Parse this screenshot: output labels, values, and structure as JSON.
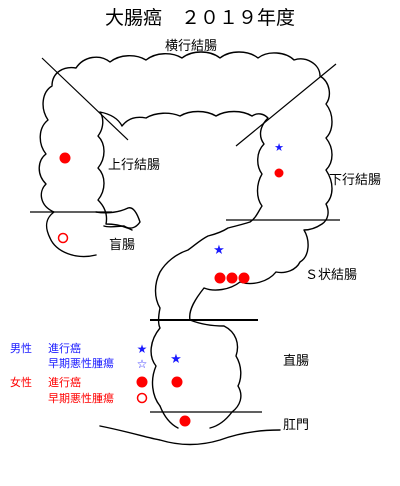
{
  "title": "大腸癌　２０１９年度",
  "segments": {
    "transverse": "横行結腸",
    "ascending": "上行結腸",
    "cecum": "盲腸",
    "descending": "下行結腸",
    "sigmoid": "Ｓ状結腸",
    "rectum": "直腸",
    "anus": "肛門"
  },
  "legend": {
    "male": {
      "label": "男性",
      "advanced": "進行癌",
      "early": "早期悪性腫瘍",
      "advanced_symbol": "★",
      "early_symbol": "☆",
      "color": "#1a1aff"
    },
    "female": {
      "label": "女性",
      "advanced": "進行癌",
      "early": "早期悪性腫瘍",
      "advanced_symbol": "●",
      "early_symbol": "○",
      "color": "#ff0000"
    }
  },
  "cases": {
    "ascending": {
      "female_advanced": 1
    },
    "cecum": {
      "female_early": 1
    },
    "descending": {
      "male_advanced": 1,
      "female_advanced": 1
    },
    "sigmoid": {
      "male_advanced": 1,
      "female_advanced": 3
    },
    "rectum": {
      "male_advanced": 1,
      "female_advanced": 1
    },
    "anus": {
      "female_advanced": 1
    }
  }
}
